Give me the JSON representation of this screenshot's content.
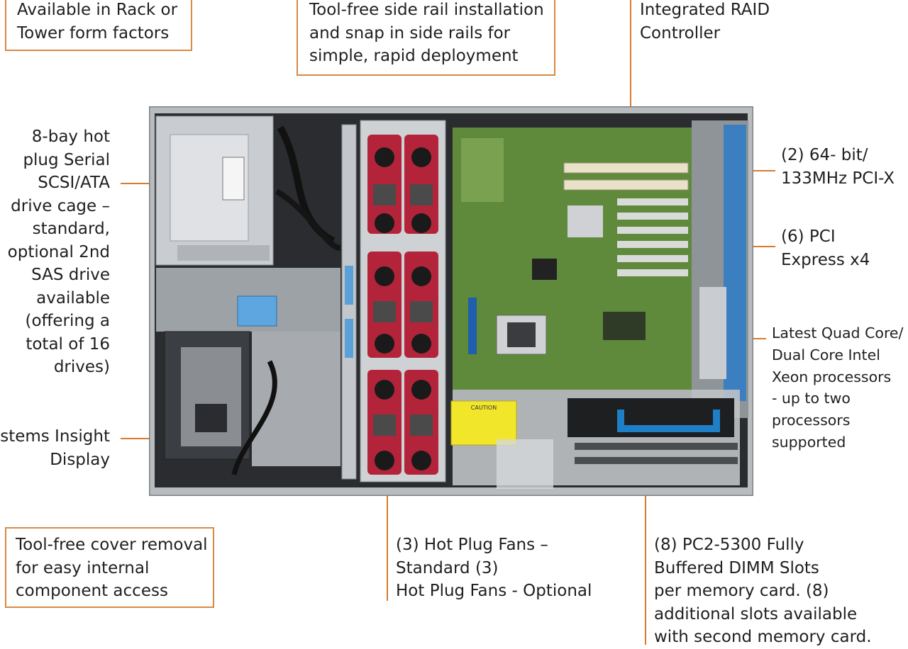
{
  "callouts": {
    "rack_tower": "Available in Rack or\nTower form factors",
    "side_rail": "Tool-free side rail installation\nand snap in side rails for\nsimple, rapid deployment",
    "raid": "Integrated RAID\nController",
    "drive_cage": "8-bay hot\nplug Serial\nSCSI/ATA\ndrive cage –\nstandard,\noptional 2nd\nSAS drive\navailable\n(offering a\ntotal of 16\ndrives)",
    "pcix": "(2) 64- bit/\n133MHz PCI-X",
    "pcie": "(6) PCI\nExpress x4",
    "xeon": "Latest Quad Core/\nDual Core Intel\nXeon processors\n- up to two\nprocessors\nsupported",
    "insight": "Systems Insight\nDisplay",
    "cover": "Tool-free cover removal\nfor easy internal\ncomponent access",
    "fans": "(3) Hot Plug Fans –\nStandard (3)\nHot Plug Fans - Optional",
    "dimm": "(8) PC2-5300 Fully\nBuffered DIMM Slots\nper memory card. (8)\nadditional slots available\nwith second memory card."
  },
  "caution_label": "CAUTION",
  "colors": {
    "accent_orange": "#d87b2e",
    "fan_red": "#b3243a",
    "board_green": "#5f8a3c",
    "handle_blue": "#1f7fc6",
    "caution_yellow": "#f2e62b"
  }
}
